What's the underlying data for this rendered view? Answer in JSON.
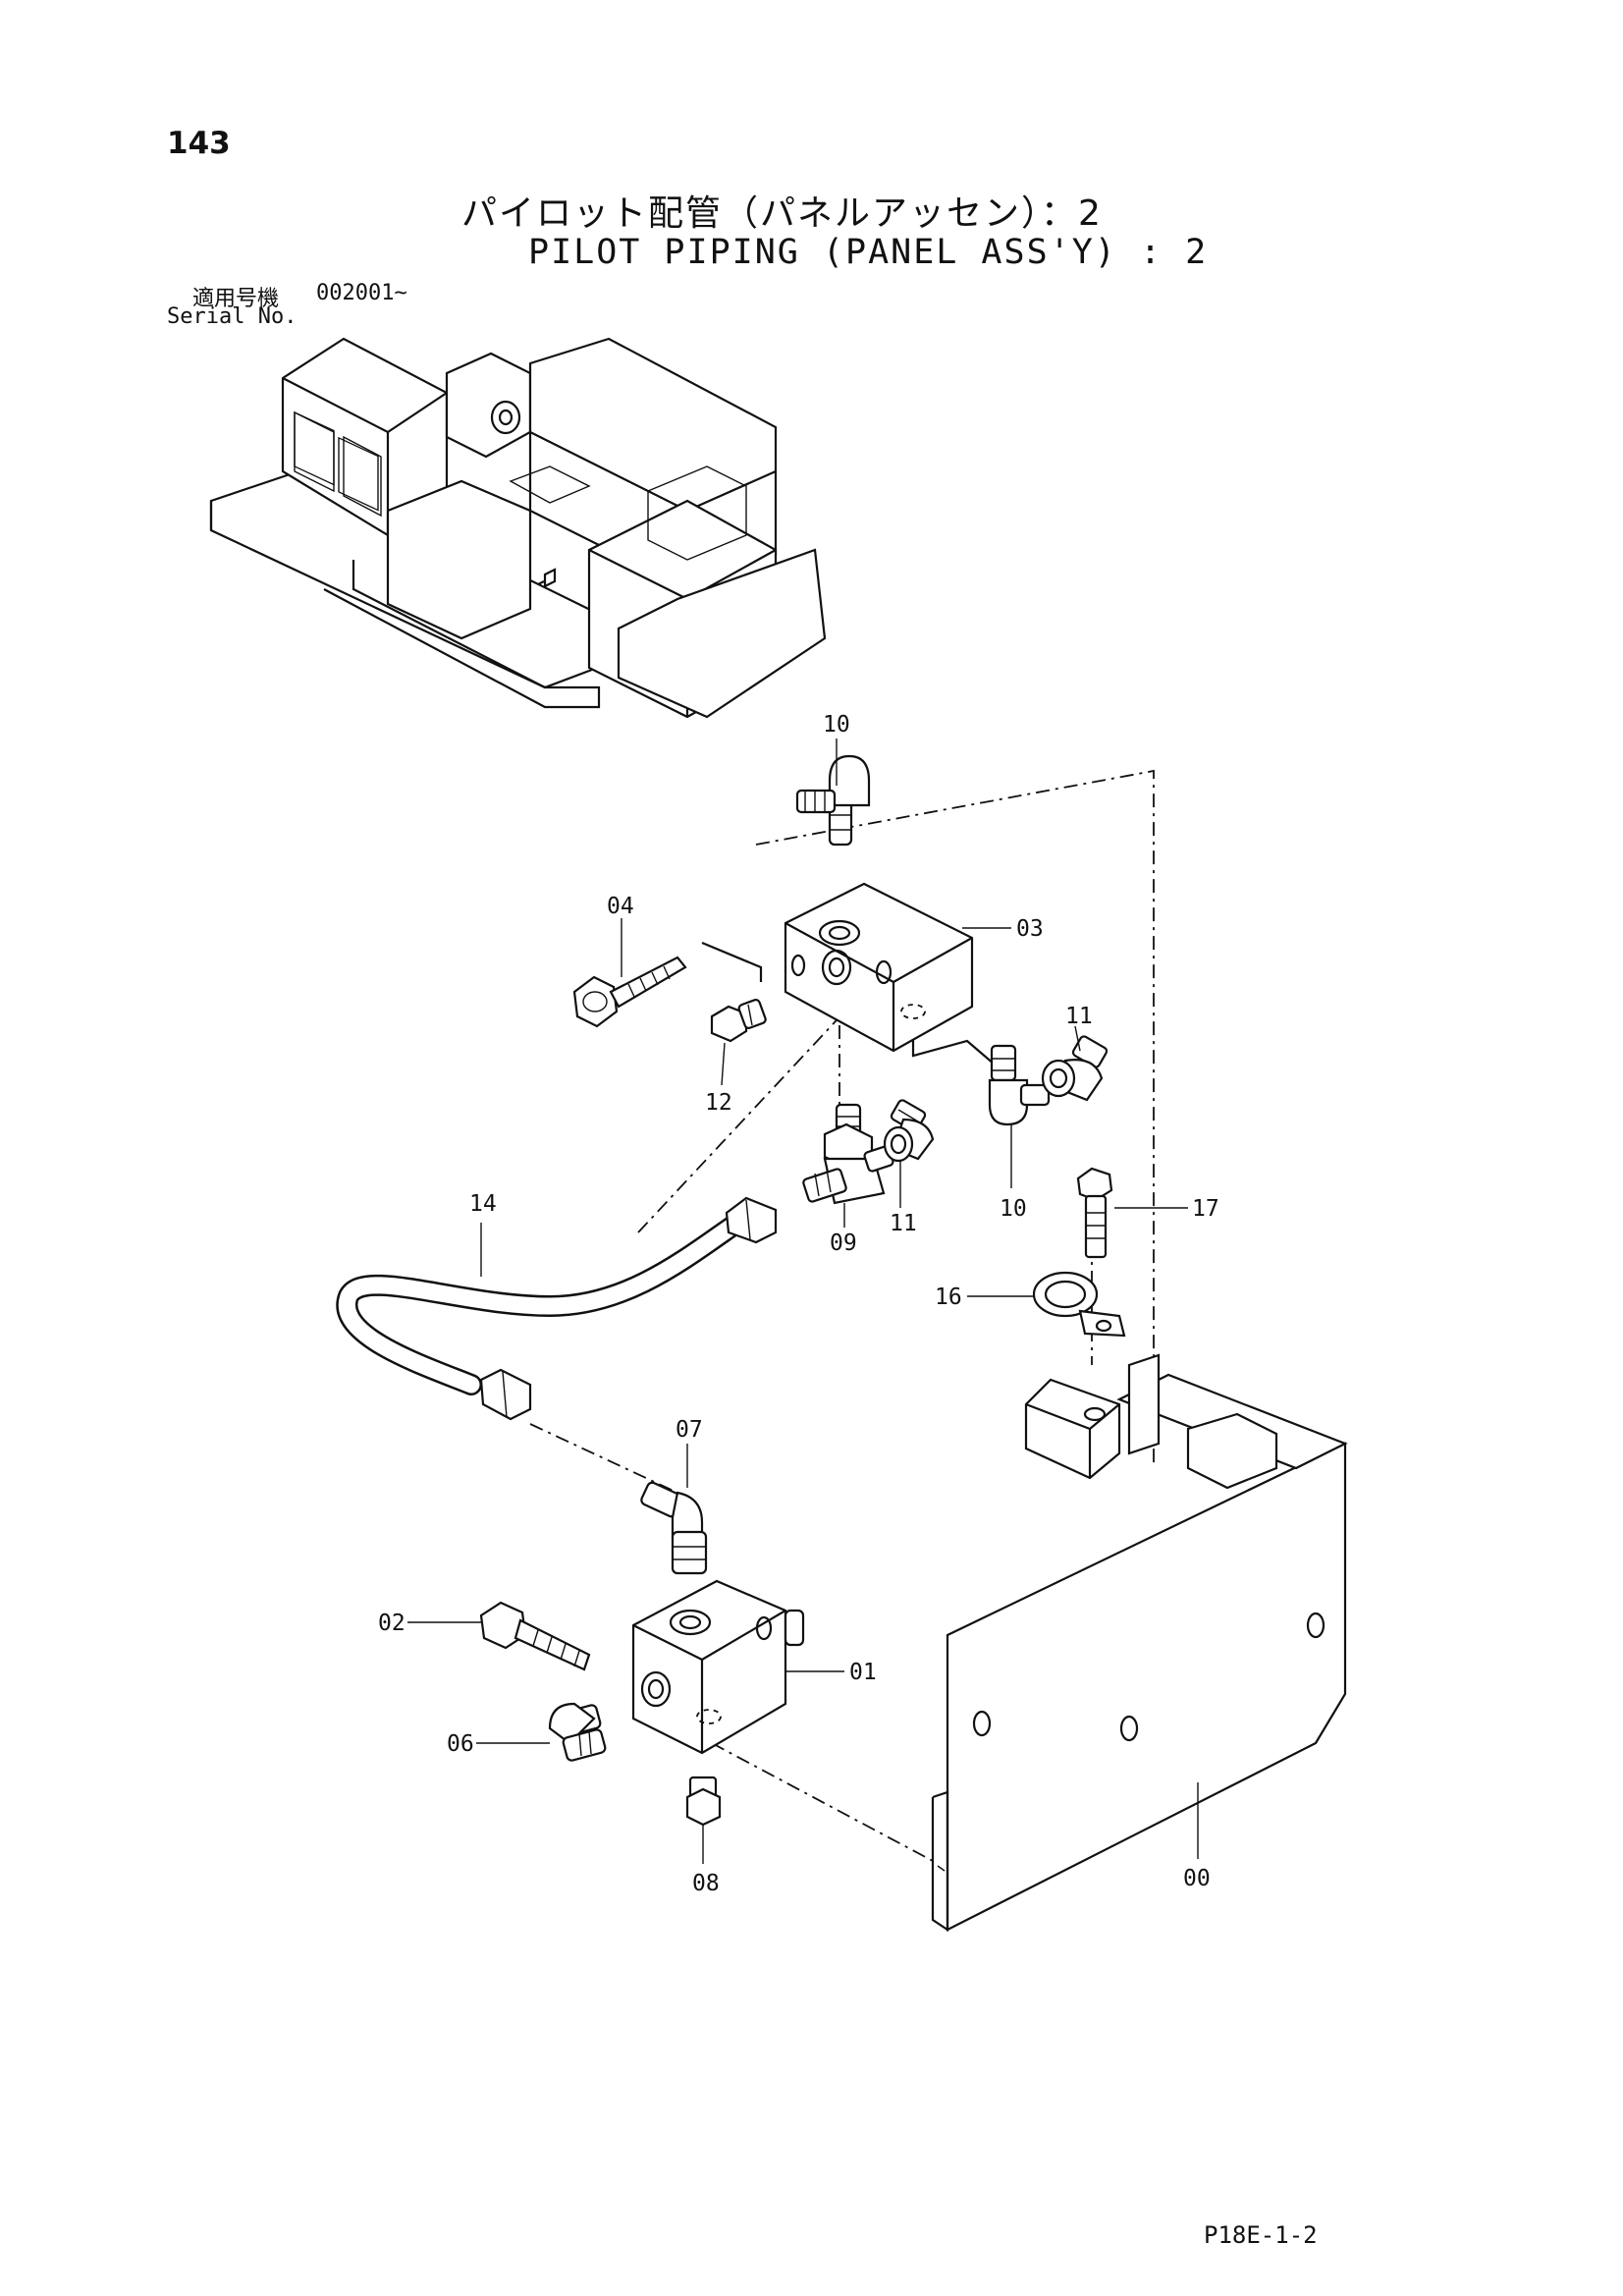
{
  "page_number": "143",
  "title_jp": "パイロット配管（パネルアッセン）：2",
  "title_en": "PILOT PIPING (PANEL ASS'Y) : 2",
  "serial": {
    "label_jp": "適用号機",
    "value": "002001~",
    "label_en": "Serial No."
  },
  "callouts": {
    "p00": "00",
    "p01": "01",
    "p02": "02",
    "p03": "03",
    "p04": "04",
    "p06": "06",
    "p07": "07",
    "p08": "08",
    "p09": "09",
    "p10a": "10",
    "p10b": "10",
    "p11a": "11",
    "p11b": "11",
    "p12": "12",
    "p14": "14",
    "p16": "16",
    "p17": "17"
  },
  "footer_code": "P18E-1-2"
}
